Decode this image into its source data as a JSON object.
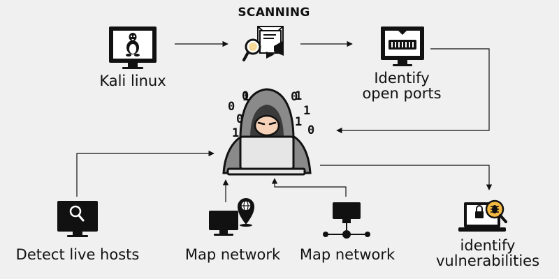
{
  "diagram": {
    "title": "SCANNING",
    "nodes": {
      "kali": {
        "label": "Kali linux",
        "icon": "linux-monitor-icon"
      },
      "scanning": {
        "label": "SCANNING",
        "icon": "mail-scan-icon"
      },
      "ports": {
        "lines": [
          "Identify",
          "open ports"
        ],
        "icon": "port-monitor-icon"
      },
      "hacker": {
        "icon": "hooded-hacker-icon",
        "binary": [
          "0",
          "1",
          "0",
          "0",
          "1",
          "1",
          "0",
          "1",
          "0",
          "1"
        ]
      },
      "live_hosts": {
        "label": "Detect live hosts",
        "icon": "monitor-search-icon"
      },
      "map_network_1": {
        "label": "Map network",
        "icon": "monitor-globe-pin-icon"
      },
      "map_network_2": {
        "label": "Map network",
        "icon": "network-topology-icon"
      },
      "vulnerabilities": {
        "lines": [
          "identify",
          "vulnerabilities"
        ],
        "icon": "laptop-bug-lock-icon"
      }
    },
    "edges": [
      {
        "from": "kali",
        "to": "scanning"
      },
      {
        "from": "scanning",
        "to": "ports"
      },
      {
        "from": "ports",
        "to": "hacker"
      },
      {
        "from": "live_hosts",
        "to": "hacker"
      },
      {
        "from": "map_network_1",
        "to": "hacker"
      },
      {
        "from": "map_network_2",
        "to": "hacker"
      },
      {
        "from": "hacker",
        "to": "vulnerabilities"
      }
    ],
    "colors": {
      "background": "#f0f0f0",
      "ink": "#111111",
      "hood": "#8a8a8a",
      "skin": "#f6d2b8",
      "laptop": "#e6e6e6",
      "accent": "#f4b942"
    }
  }
}
